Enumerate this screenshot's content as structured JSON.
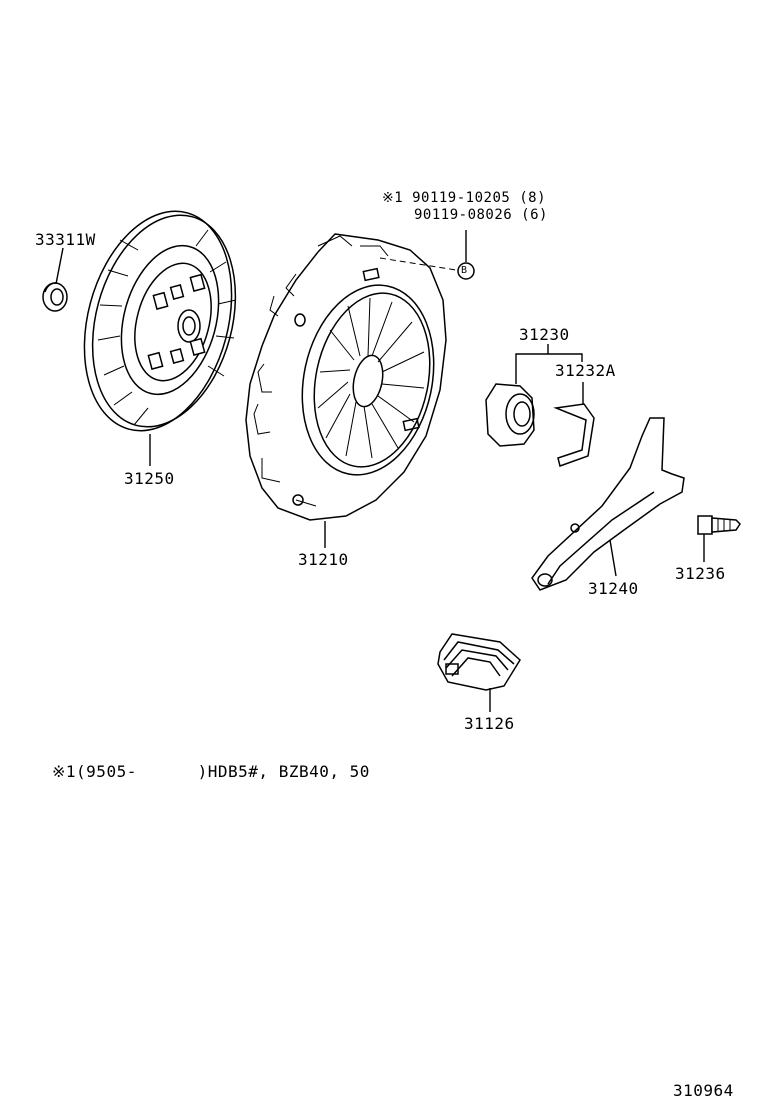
{
  "callouts": {
    "bolt_line1": "※1 90119-10205 (8)",
    "bolt_line2": "90119-08026 (6)",
    "bolt_marker": "B",
    "p33311w": "33311W",
    "p31250": "31250",
    "p31210": "31210",
    "p31230": "31230",
    "p31232a": "31232A",
    "p31240": "31240",
    "p31236": "31236",
    "p31126": "31126"
  },
  "footnote": "※1(9505-      )HDB5#, BZB40, 50",
  "diagram_id": "310964"
}
